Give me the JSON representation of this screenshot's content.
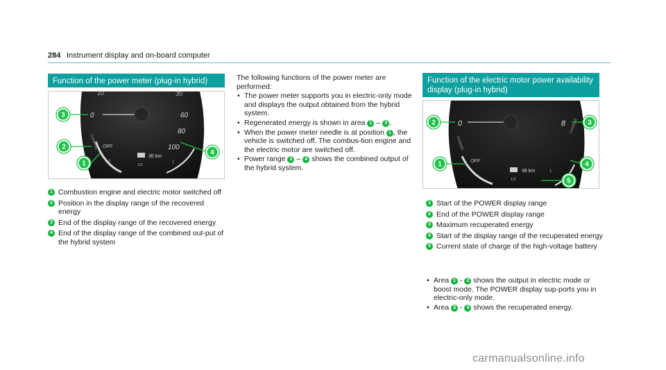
{
  "header": {
    "page_number": "284",
    "title": "Instrument display and on-board computer"
  },
  "section1": {
    "heading": "Function of the power meter (plug-in hybrid)",
    "gauge": {
      "scale": [
        "10",
        "30",
        "0",
        "60",
        "80",
        "100",
        "0",
        "1"
      ],
      "charge": "CHARGE",
      "off": "OFF",
      "range": "36 km",
      "fuel": "1/2"
    },
    "items": [
      {
        "n": "1",
        "text": "Combustion engine and electric motor switched off"
      },
      {
        "n": "2",
        "text": "Position in the display range of the recovered energy"
      },
      {
        "n": "3",
        "text": "End of the display range of the recovered energy"
      },
      {
        "n": "4",
        "text": "End of the display range of the combined out-put of the hybrid system"
      }
    ]
  },
  "middle": {
    "intro": "The following functions of the power meter are performed:",
    "b1": "The power meter supports you in electric-only mode and displays the output obtained from the hybrid system.",
    "b2_pre": "Regenerated energy is shown in area",
    "b2_a": "1",
    "b2_dash": "–",
    "b2_b": "3",
    "b2_post": ".",
    "b3_pre": "When the power meter needle is at position",
    "b3_a": "1",
    "b3_post": ", the vehicle is switched off. The combus-tion engine and the electric motor are switched off.",
    "b4_pre": "Power range",
    "b4_a": "3",
    "b4_dash": "–",
    "b4_b": "4",
    "b4_post": "shows the combined output of the hybrid system."
  },
  "section2": {
    "heading": "Function of the electric motor power availability display (plug-in hybrid)",
    "gauge": {
      "zero": "0",
      "eight": "8",
      "power": "POWER",
      "charge": "CHARGE",
      "off": "OFF",
      "range": "36 km",
      "fuel": "1/2",
      "tick": "1"
    },
    "items": [
      {
        "n": "1",
        "text": "Start of the POWER display range"
      },
      {
        "n": "2",
        "text": "End of the POWER display range"
      },
      {
        "n": "3",
        "text": "Maximum recuperated energy"
      },
      {
        "n": "4",
        "text": "Start of the display range of the recuperated energy"
      },
      {
        "n": "5",
        "text": "Current state of charge of the high-voltage battery"
      }
    ],
    "b1_pre": "Area",
    "b1_a": "1",
    "b1_dash": "-",
    "b1_b": "2",
    "b1_post": "shows the output in electric mode or boost mode. The POWER display sup-ports you in electric-only mode.",
    "b2_pre": "Area",
    "b2_a": "3",
    "b2_dash": "-",
    "b2_b": "4",
    "b2_post": "shows the recuperated energy."
  },
  "bullet_symbol": "•",
  "watermark": "carmanualsonline.info",
  "colors": {
    "accent": "#0e9f9f",
    "badge": "#14b43c",
    "callout": "#1fc24a"
  }
}
